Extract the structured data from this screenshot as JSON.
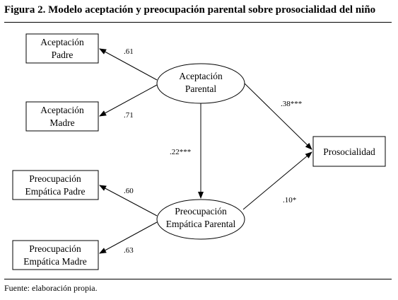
{
  "title": "Figura 2. Modelo aceptación y preocupación parental sobre prosocialidad del niño",
  "source": "Fuente: elaboración propia.",
  "nodes": {
    "aceptacion_padre": [
      "Aceptación",
      "Padre"
    ],
    "aceptacion_madre": [
      "Aceptación",
      "Madre"
    ],
    "preocupacion_padre": [
      "Preocupación",
      "Empática Padre"
    ],
    "preocupacion_madre": [
      "Preocupación",
      "Empática Madre"
    ],
    "aceptacion_parental": [
      "Aceptación",
      "Parental"
    ],
    "preocupacion_parental": [
      "Preocupación",
      "Empática Parental"
    ],
    "prosocialidad": "Prosocialidad"
  },
  "coefficients": {
    "ap_padre": ".61",
    "ap_madre": ".71",
    "pe_padre": ".60",
    "pe_madre": ".63",
    "ap_to_pe": ".22***",
    "ap_to_pros": ".38***",
    "pe_to_pros": ".10*"
  }
}
